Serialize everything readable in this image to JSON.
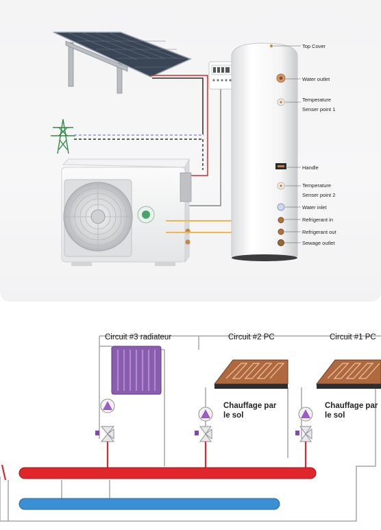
{
  "tank_labels": {
    "top_cover": "Top Cover",
    "water_outlet": "Water outlet",
    "temp_point_1_line1": "Temperature",
    "temp_point_1_line2": "Senser point 1",
    "handle": "Handle",
    "temp_point_2_line1": "Temperature",
    "temp_point_2_line2": "Senser point 2",
    "water_inlet": "Water inlet",
    "refrigerant_in": "Refrigerant in",
    "refrigerant_out": "Refrigerant out",
    "sewage_outlet": "Sewage outlet"
  },
  "circuits": {
    "c3": "Circuit #3 radiateur",
    "c2": "Circuit #2 PC",
    "c1": "Circuit #1 PC"
  },
  "floor_heating": {
    "line1": "Chauffage par",
    "line2": "le sol"
  },
  "colors": {
    "pipe_hot": "#e0252b",
    "pipe_cold": "#3b8fd4",
    "refrigerant_line": "#f2b54a",
    "radiator": "#8a5db0",
    "pump": "#9b5cc9",
    "dashed_grid_line": "#8a8fe0",
    "solar_panel": "#3a4655",
    "floor_panel": "#b0683f"
  }
}
